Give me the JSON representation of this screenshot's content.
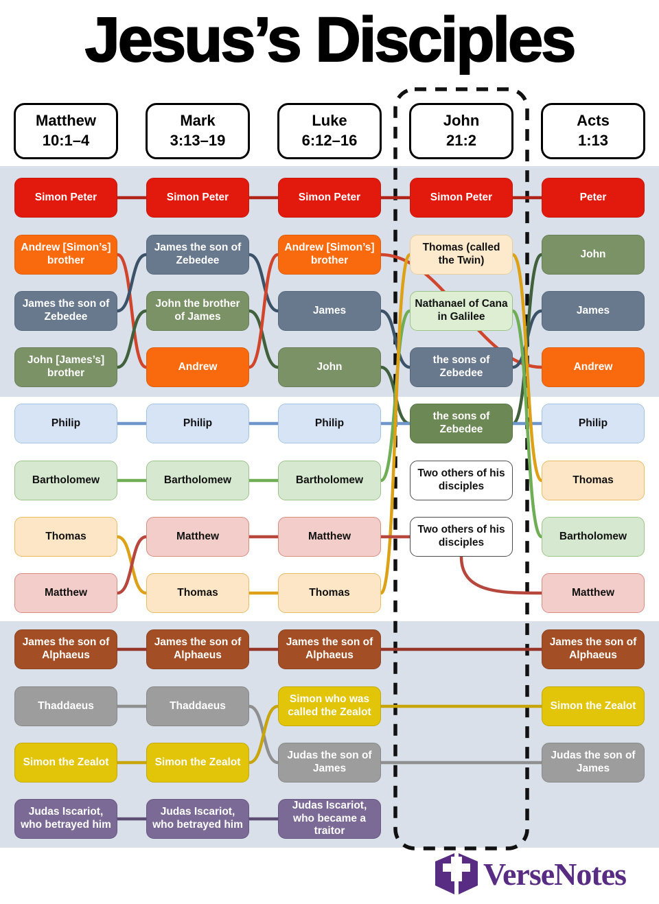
{
  "title": "Jesus’s Disciples",
  "brand": {
    "name": "VerseNotes",
    "color": "#582c83"
  },
  "columns": [
    {
      "id": "matthew",
      "book": "Matthew",
      "verses": "10:1–4",
      "highlighted": false
    },
    {
      "id": "mark",
      "book": "Mark",
      "verses": "3:13–19",
      "highlighted": false
    },
    {
      "id": "luke",
      "book": "Luke",
      "verses": "6:12–16",
      "highlighted": false
    },
    {
      "id": "john",
      "book": "John",
      "verses": "21:2",
      "highlighted": true
    },
    {
      "id": "acts",
      "book": "Acts",
      "verses": "1:13",
      "highlighted": false
    }
  ],
  "palette": {
    "band_bg": "#d9e0ea",
    "highlight_border": "#111111",
    "styles": {
      "red": {
        "bg": "#e2190d",
        "border": "#c81608",
        "text": "#ffffff"
      },
      "orange": {
        "bg": "#f96a0f",
        "border": "#de5e0c",
        "text": "#ffffff"
      },
      "slate": {
        "bg": "#68798e",
        "border": "#56687b",
        "text": "#ffffff"
      },
      "olive": {
        "bg": "#7b9166",
        "border": "#687e57",
        "text": "#ffffff"
      },
      "darkolive": {
        "bg": "#6c8955",
        "border": "#5b7547",
        "text": "#ffffff"
      },
      "cream": {
        "bg": "#fdeacd",
        "border": "#e8cda0",
        "text": "#111111"
      },
      "mintcard": {
        "bg": "#ddeed3",
        "border": "#9cc484",
        "text": "#111111"
      },
      "lightblue": {
        "bg": "#d7e4f6",
        "border": "#a6c3e6",
        "text": "#111111"
      },
      "lightgreen": {
        "bg": "#d6e9d0",
        "border": "#9cc488",
        "text": "#111111"
      },
      "peach": {
        "bg": "#fce6c5",
        "border": "#e9bc64",
        "text": "#111111"
      },
      "pink": {
        "bg": "#f3cdc9",
        "border": "#d88c82",
        "text": "#111111"
      },
      "white": {
        "bg": "#ffffff",
        "border": "#4d4d4d",
        "text": "#111111"
      },
      "brown": {
        "bg": "#a34e24",
        "border": "#8c431f",
        "text": "#ffffff"
      },
      "gray": {
        "bg": "#9d9d9d",
        "border": "#878787",
        "text": "#ffffff"
      },
      "gold": {
        "bg": "#e2c408",
        "border": "#c3aa06",
        "text": "#ffffff"
      },
      "purple": {
        "bg": "#7c6a96",
        "border": "#665681",
        "text": "#ffffff"
      }
    },
    "lines": {
      "peter": "#b1241a",
      "andrew": "#d0452b",
      "james": "#3c5268",
      "john": "#41603c",
      "philip": "#6e96c8",
      "bartholomew": "#6fae54",
      "thomas": "#dca117",
      "matthew": "#b7473d",
      "alphaeus": "#96352a",
      "thaddaeus": "#8f8f8f",
      "zealot": "#c9a50c",
      "judas": "#5d4f73"
    }
  },
  "nodes": [
    {
      "id": "mt-peter",
      "col": 0,
      "row": 0,
      "label": "Simon Peter",
      "style": "red"
    },
    {
      "id": "mt-andrew",
      "col": 0,
      "row": 1,
      "label": "Andrew [Simon’s] brother",
      "style": "orange"
    },
    {
      "id": "mt-james",
      "col": 0,
      "row": 2,
      "label": "James the son of Zebedee",
      "style": "slate"
    },
    {
      "id": "mt-john",
      "col": 0,
      "row": 3,
      "label": "John [James’s] brother",
      "style": "olive"
    },
    {
      "id": "mt-philip",
      "col": 0,
      "row": 4,
      "label": "Philip",
      "style": "lightblue"
    },
    {
      "id": "mt-bart",
      "col": 0,
      "row": 5,
      "label": "Bartholomew",
      "style": "lightgreen"
    },
    {
      "id": "mt-thomas",
      "col": 0,
      "row": 6,
      "label": "Thomas",
      "style": "peach"
    },
    {
      "id": "mt-matthew",
      "col": 0,
      "row": 7,
      "label": "Matthew",
      "style": "pink"
    },
    {
      "id": "mt-alphaeus",
      "col": 0,
      "row": 8,
      "label": "James the son of Alphaeus",
      "style": "brown"
    },
    {
      "id": "mt-thaddaeus",
      "col": 0,
      "row": 9,
      "label": "Thaddaeus",
      "style": "gray"
    },
    {
      "id": "mt-zealot",
      "col": 0,
      "row": 10,
      "label": "Simon the Zealot",
      "style": "gold"
    },
    {
      "id": "mt-judas",
      "col": 0,
      "row": 11,
      "label": "Judas Iscariot, who betrayed him",
      "style": "purple"
    },
    {
      "id": "mk-peter",
      "col": 1,
      "row": 0,
      "label": "Simon Peter",
      "style": "red"
    },
    {
      "id": "mk-jamesz",
      "col": 1,
      "row": 1,
      "label": "James the son of Zebedee",
      "style": "slate"
    },
    {
      "id": "mk-johnb",
      "col": 1,
      "row": 2,
      "label": "John the brother of James",
      "style": "olive"
    },
    {
      "id": "mk-andrew",
      "col": 1,
      "row": 3,
      "label": "Andrew",
      "style": "orange"
    },
    {
      "id": "mk-philip",
      "col": 1,
      "row": 4,
      "label": "Philip",
      "style": "lightblue"
    },
    {
      "id": "mk-bart",
      "col": 1,
      "row": 5,
      "label": "Bartholomew",
      "style": "lightgreen"
    },
    {
      "id": "mk-matthew",
      "col": 1,
      "row": 6,
      "label": "Matthew",
      "style": "pink"
    },
    {
      "id": "mk-thomas",
      "col": 1,
      "row": 7,
      "label": "Thomas",
      "style": "peach"
    },
    {
      "id": "mk-alphaeus",
      "col": 1,
      "row": 8,
      "label": "James the son of Alphaeus",
      "style": "brown"
    },
    {
      "id": "mk-thaddaeus",
      "col": 1,
      "row": 9,
      "label": "Thaddaeus",
      "style": "gray"
    },
    {
      "id": "mk-zealot",
      "col": 1,
      "row": 10,
      "label": "Simon the Zealot",
      "style": "gold"
    },
    {
      "id": "mk-judas",
      "col": 1,
      "row": 11,
      "label": "Judas Iscariot, who betrayed him",
      "style": "purple"
    },
    {
      "id": "lk-peter",
      "col": 2,
      "row": 0,
      "label": "Simon Peter",
      "style": "red"
    },
    {
      "id": "lk-andrew",
      "col": 2,
      "row": 1,
      "label": "Andrew [Simon’s] brother",
      "style": "orange"
    },
    {
      "id": "lk-james",
      "col": 2,
      "row": 2,
      "label": "James",
      "style": "slate"
    },
    {
      "id": "lk-john",
      "col": 2,
      "row": 3,
      "label": "John",
      "style": "olive"
    },
    {
      "id": "lk-philip",
      "col": 2,
      "row": 4,
      "label": "Philip",
      "style": "lightblue"
    },
    {
      "id": "lk-bart",
      "col": 2,
      "row": 5,
      "label": "Bartholomew",
      "style": "lightgreen"
    },
    {
      "id": "lk-matthew",
      "col": 2,
      "row": 6,
      "label": "Matthew",
      "style": "pink"
    },
    {
      "id": "lk-thomas",
      "col": 2,
      "row": 7,
      "label": "Thomas",
      "style": "peach"
    },
    {
      "id": "lk-alphaeus",
      "col": 2,
      "row": 8,
      "label": "James the son of Alphaeus",
      "style": "brown"
    },
    {
      "id": "lk-zealot",
      "col": 2,
      "row": 9,
      "label": "Simon who was called the Zealot",
      "style": "gold"
    },
    {
      "id": "lk-judassj",
      "col": 2,
      "row": 10,
      "label": "Judas the son of James",
      "style": "gray"
    },
    {
      "id": "lk-judas",
      "col": 2,
      "row": 11,
      "label": "Judas Iscariot, who became a traitor",
      "style": "purple"
    },
    {
      "id": "jn-peter",
      "col": 3,
      "row": 0,
      "label": "Simon Peter",
      "style": "red"
    },
    {
      "id": "jn-thomas",
      "col": 3,
      "row": 1,
      "label": "Thomas (called the Twin)",
      "style": "cream"
    },
    {
      "id": "jn-nathanael",
      "col": 3,
      "row": 2,
      "label": "Nathanael of Cana in Galilee",
      "style": "mintcard"
    },
    {
      "id": "jn-sons1",
      "col": 3,
      "row": 3,
      "label": "the sons of Zebedee",
      "style": "slate"
    },
    {
      "id": "jn-sons2",
      "col": 3,
      "row": 4,
      "label": "the sons of Zebedee",
      "style": "darkolive"
    },
    {
      "id": "jn-two1",
      "col": 3,
      "row": 5,
      "label": "Two others of his disciples",
      "style": "white"
    },
    {
      "id": "jn-two2",
      "col": 3,
      "row": 6,
      "label": "Two others of his disciples",
      "style": "white"
    },
    {
      "id": "ac-peter",
      "col": 4,
      "row": 0,
      "label": "Peter",
      "style": "red"
    },
    {
      "id": "ac-john",
      "col": 4,
      "row": 1,
      "label": "John",
      "style": "olive"
    },
    {
      "id": "ac-james",
      "col": 4,
      "row": 2,
      "label": "James",
      "style": "slate"
    },
    {
      "id": "ac-andrew",
      "col": 4,
      "row": 3,
      "label": "Andrew",
      "style": "orange"
    },
    {
      "id": "ac-philip",
      "col": 4,
      "row": 4,
      "label": "Philip",
      "style": "lightblue"
    },
    {
      "id": "ac-thomas",
      "col": 4,
      "row": 5,
      "label": "Thomas",
      "style": "peach"
    },
    {
      "id": "ac-bart",
      "col": 4,
      "row": 6,
      "label": "Bartholomew",
      "style": "lightgreen"
    },
    {
      "id": "ac-matthew",
      "col": 4,
      "row": 7,
      "label": "Matthew",
      "style": "pink"
    },
    {
      "id": "ac-alphaeus",
      "col": 4,
      "row": 8,
      "label": "James the son of Alphaeus",
      "style": "brown"
    },
    {
      "id": "ac-zealot",
      "col": 4,
      "row": 9,
      "label": "Simon the Zealot",
      "style": "gold"
    },
    {
      "id": "ac-judassj",
      "col": 4,
      "row": 10,
      "label": "Judas the son of James",
      "style": "gray"
    }
  ],
  "edges": [
    {
      "from": "mt-peter",
      "to": "ac-peter",
      "color": "peter"
    },
    {
      "from": "mt-andrew",
      "to": "mk-andrew",
      "color": "andrew"
    },
    {
      "from": "mt-james",
      "to": "mk-jamesz",
      "color": "james"
    },
    {
      "from": "mt-john",
      "to": "mk-johnb",
      "color": "john"
    },
    {
      "from": "mk-jamesz",
      "to": "lk-james",
      "color": "james"
    },
    {
      "from": "mk-johnb",
      "to": "lk-john",
      "color": "john"
    },
    {
      "from": "mk-andrew",
      "to": "lk-andrew",
      "color": "andrew"
    },
    {
      "from": "lk-andrew",
      "to": "ac-andrew",
      "color": "andrew"
    },
    {
      "from": "lk-james",
      "to": "jn-sons1",
      "color": "james"
    },
    {
      "from": "jn-sons1",
      "to": "ac-james",
      "color": "james"
    },
    {
      "from": "lk-john",
      "to": "jn-sons2",
      "color": "john"
    },
    {
      "from": "jn-sons2",
      "to": "ac-john",
      "color": "john"
    },
    {
      "from": "mt-philip",
      "to": "ac-philip",
      "color": "philip"
    },
    {
      "from": "mt-bart",
      "to": "lk-bart",
      "color": "bartholomew"
    },
    {
      "from": "lk-bart",
      "to": "jn-nathanael",
      "color": "bartholomew"
    },
    {
      "from": "jn-nathanael",
      "to": "ac-bart",
      "color": "bartholomew"
    },
    {
      "from": "mt-thomas",
      "to": "mk-thomas",
      "color": "thomas"
    },
    {
      "from": "mt-matthew",
      "to": "mk-matthew",
      "color": "matthew"
    },
    {
      "from": "mk-matthew",
      "to": "lk-matthew",
      "color": "matthew"
    },
    {
      "from": "mk-thomas",
      "to": "lk-thomas",
      "color": "thomas"
    },
    {
      "from": "lk-thomas",
      "to": "jn-thomas",
      "color": "thomas"
    },
    {
      "from": "jn-thomas",
      "to": "ac-thomas",
      "color": "thomas"
    },
    {
      "from": "lk-matthew",
      "to": "jn-two2",
      "color": "matthew"
    },
    {
      "from": "jn-two2",
      "to": "ac-matthew",
      "color": "matthew",
      "side": "bottom"
    },
    {
      "from": "mt-alphaeus",
      "to": "ac-alphaeus",
      "color": "alphaeus"
    },
    {
      "from": "mt-thaddaeus",
      "to": "mk-thaddaeus",
      "color": "thaddaeus"
    },
    {
      "from": "mk-thaddaeus",
      "to": "lk-judassj",
      "color": "thaddaeus"
    },
    {
      "from": "lk-judassj",
      "to": "ac-judassj",
      "color": "thaddaeus"
    },
    {
      "from": "mt-zealot",
      "to": "mk-zealot",
      "color": "zealot"
    },
    {
      "from": "mk-zealot",
      "to": "lk-zealot",
      "color": "zealot"
    },
    {
      "from": "lk-zealot",
      "to": "ac-zealot",
      "color": "zealot"
    },
    {
      "from": "mt-judas",
      "to": "lk-judas",
      "color": "judas"
    }
  ]
}
